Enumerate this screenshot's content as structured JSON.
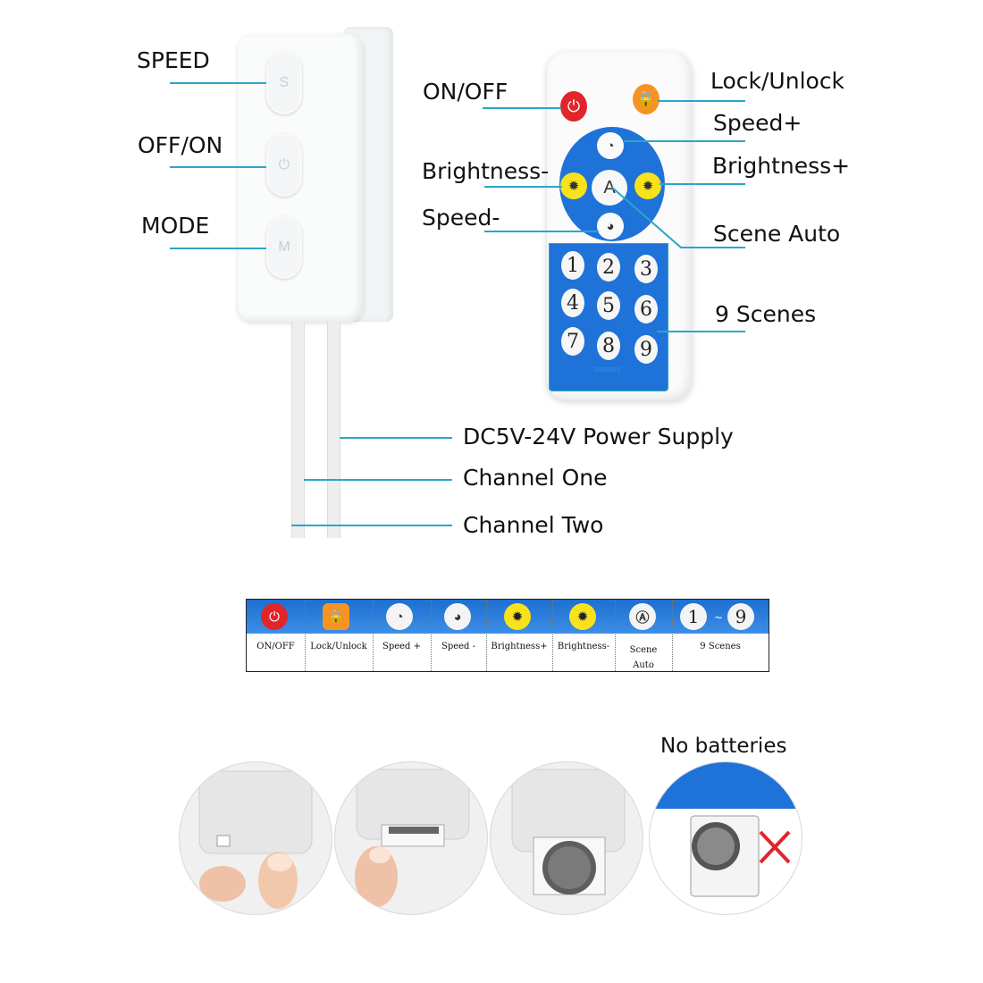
{
  "controller": {
    "labels": {
      "speed": "SPEED",
      "offon": "OFF/ON",
      "mode": "MODE"
    }
  },
  "remote": {
    "labels": {
      "onoff": "ON/OFF",
      "lock": "Lock/Unlock",
      "speed_plus": "Speed+",
      "brightness_minus": "Brightness-",
      "brightness_plus": "Brightness+",
      "speed_minus": "Speed-",
      "scene_auto": "Scene Auto",
      "nine_scenes": "9 Scenes"
    },
    "numbers": [
      "1",
      "2",
      "3",
      "4",
      "5",
      "6",
      "7",
      "8",
      "9"
    ],
    "numpad_tag": "scenes",
    "center_glyph": "A"
  },
  "wires": {
    "power": "DC5V-24V Power Supply",
    "ch1": "Channel One",
    "ch2": "Channel Two"
  },
  "legend": {
    "cells": [
      {
        "text": "ON/OFF",
        "icon": "power-icon",
        "color": "#e2242b"
      },
      {
        "text": "Lock/Unlock",
        "icon": "lock-icon",
        "color": "#f59324"
      },
      {
        "text": "Speed +",
        "icon": "speedometer-icon",
        "color": "#f4f4f4"
      },
      {
        "text": "Speed -",
        "icon": "speedometer-icon",
        "color": "#f4f4f4"
      },
      {
        "text": "Brightness+",
        "icon": "sun-icon",
        "color": "#f7e21c"
      },
      {
        "text": "Brightness-",
        "icon": "sun-icon",
        "color": "#f7e21c"
      },
      {
        "text": "Scene Auto",
        "icon": "auto-icon",
        "color": "#f4f4f4"
      }
    ],
    "scenes_cell": {
      "first": "1",
      "sep": "~",
      "last": "9",
      "text": "9 Scenes"
    }
  },
  "battery": {
    "no_batteries": "No batteries"
  },
  "colors": {
    "accent_line": "#2aa6c8",
    "remote_blue": "#1f73d8",
    "cross": "#e2242b"
  }
}
